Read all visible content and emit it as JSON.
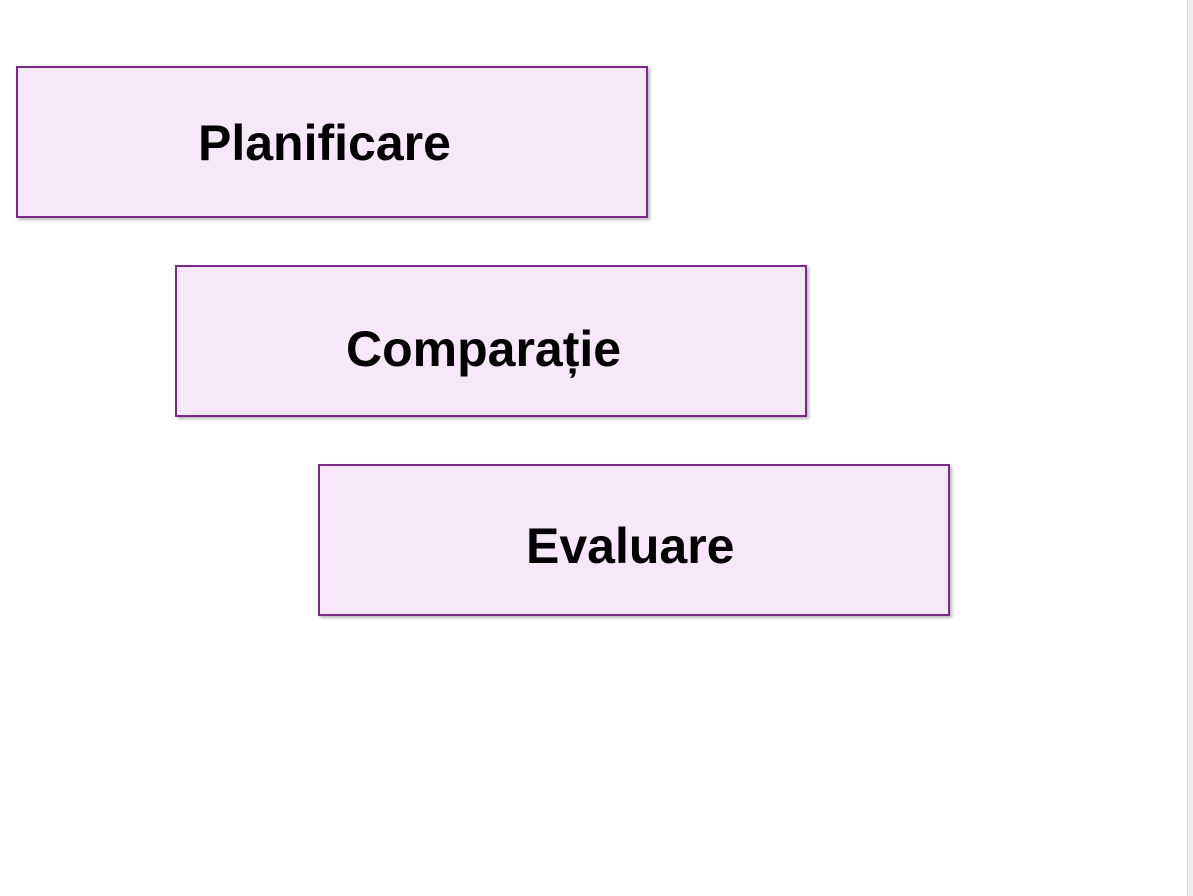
{
  "steps": [
    {
      "label": "Planificare"
    },
    {
      "label": "Comparație"
    },
    {
      "label": "Evaluare"
    }
  ],
  "colors": {
    "box_fill": "#f6e8f8",
    "box_border": "#7a2a86",
    "text": "#000000",
    "background": "#ffffff"
  }
}
